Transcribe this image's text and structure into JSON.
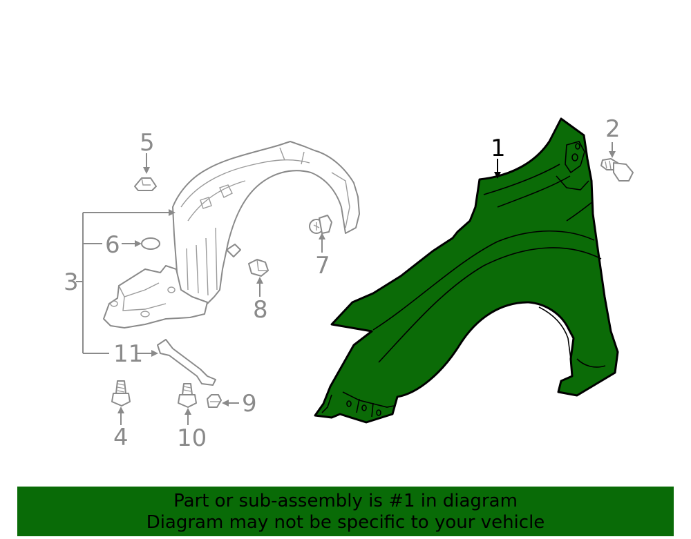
{
  "callouts": {
    "c1": "1",
    "c2": "2",
    "c3": "3",
    "c4": "4",
    "c5": "5",
    "c6": "6",
    "c7": "7",
    "c8": "8",
    "c9": "9",
    "c10": "10",
    "c11": "11"
  },
  "banner": {
    "line1": "Part or sub-assembly is #1 in diagram",
    "line2": "Diagram may not be specific to your vehicle"
  },
  "colors": {
    "highlight": "#0b6b07",
    "banner": "#096b07",
    "callout_gray": "#8a8a8a"
  }
}
